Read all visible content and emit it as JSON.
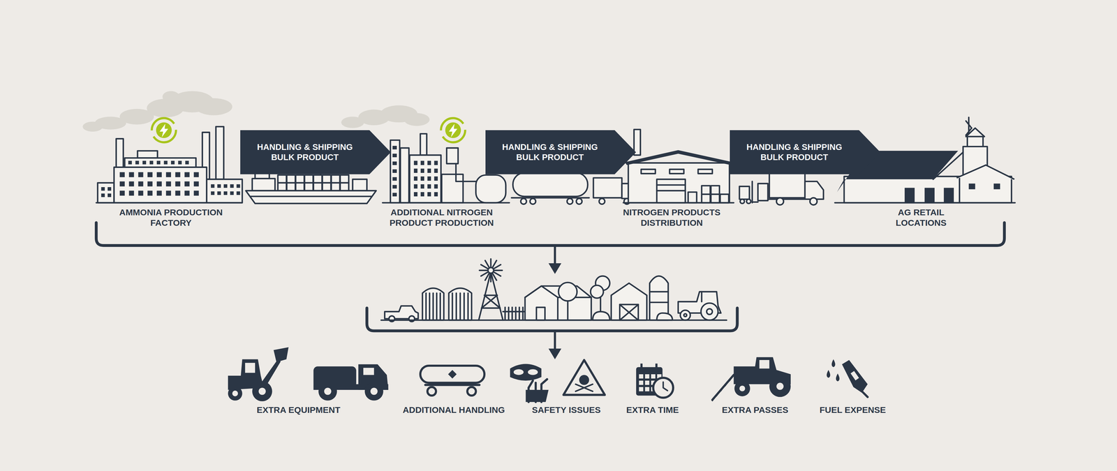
{
  "diagram": {
    "nodes": [
      {
        "text": [
          "HANDLING & SHIPPING BULK PRODUCT"
        ]
      },
      {
        "text": [
          "HANDLING & SHIPPING BULK PRODUCT"
        ]
      },
      {
        "text": [
          "HANDLING & SHIPPING BULK PRODUCT"
        ]
      }
    ],
    "labels": [
      "AMMONIA PRODUCTION FACTORY",
      "ADDITIONAL NITROGEN PRODUCT PRODUCTION",
      "NITROGEN PRODUCTS DISTRIBUTION",
      "AG RETAIL LOCATIONS",
      "EXTRA EQUIPMENT",
      "ADDITIONAL HANDLING",
      "SAFETY ISSUES",
      "EXTRA TIME",
      "EXTRA PASSES",
      "FUEL EXPENSE"
    ]
  }
}
